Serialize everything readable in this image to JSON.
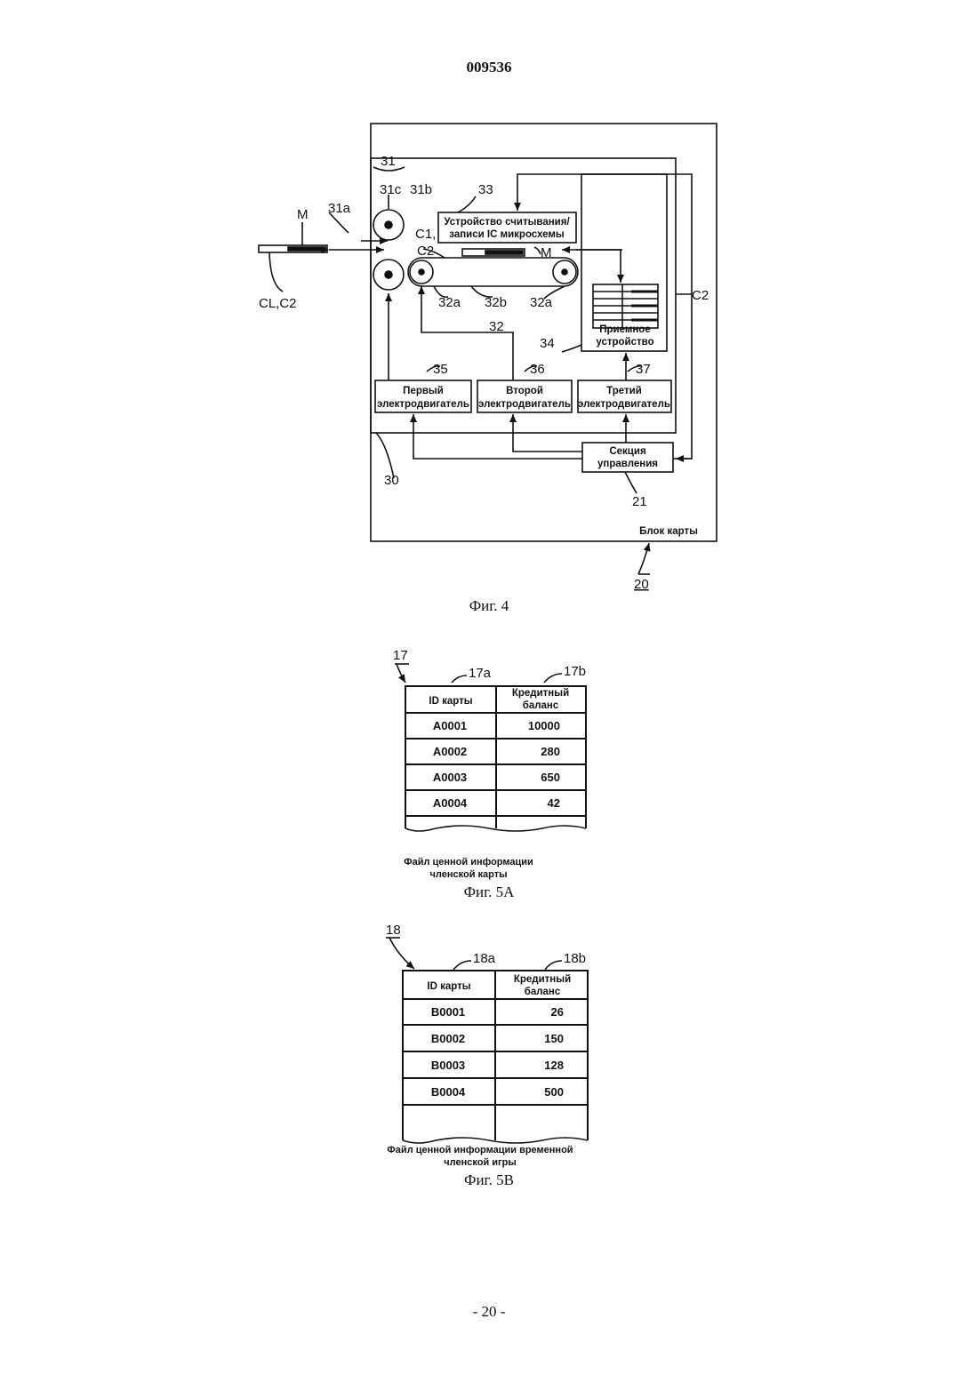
{
  "header": {
    "doc_number": "009536"
  },
  "footer": {
    "page_number": "- 20 -"
  },
  "fig4": {
    "caption": "Фиг. 4",
    "labels": {
      "l31": "31",
      "l31c": "31c",
      "l31b": "31b",
      "l31a": "31a",
      "l33": "33",
      "lM_left": "M",
      "lM_strip": "M",
      "lC1": "C1,",
      "lC2_left": "C2",
      "lC2_right": "C2",
      "l32a_left": "32a",
      "l32b": "32b",
      "l32a_right": "32a",
      "l32": "32",
      "l34": "34",
      "l35": "35",
      "l36": "36",
      "l37": "37",
      "l30": "30",
      "l21": "21",
      "l20": "20",
      "lCLC2": "CL,C2"
    },
    "boxes": {
      "reader_line1": "Устройство считывания/",
      "reader_line2": "записи IC микросхемы",
      "receiver_line1": "Приемное",
      "receiver_line2": "устройство",
      "motor1_line1": "Первый",
      "motor1_line2": "электродвигатель",
      "motor2_line1": "Второй",
      "motor2_line2": "электродвигатель",
      "motor3_line1": "Третий",
      "motor3_line2": "электродвигатель",
      "control_line1": "Секция",
      "control_line2": "управления",
      "unit_label": "Блок карты"
    }
  },
  "fig5a": {
    "caption": "Фиг. 5А",
    "ref": "17",
    "ref_a": "17a",
    "ref_b": "17b",
    "col1": "ID карты",
    "col2_line1": "Кредитный",
    "col2_line2": "баланс",
    "rows": [
      {
        "id": "A0001",
        "balance": "10000"
      },
      {
        "id": "A0002",
        "balance": "280"
      },
      {
        "id": "A0003",
        "balance": "650"
      },
      {
        "id": "A0004",
        "balance": "42"
      }
    ],
    "file_line1": "Файл ценной информации",
    "file_line2": "членской карты"
  },
  "fig5b": {
    "caption": "Фиг. 5В",
    "ref": "18",
    "ref_a": "18a",
    "ref_b": "18b",
    "col1": "ID карты",
    "col2_line1": "Кредитный",
    "col2_line2": "баланс",
    "rows": [
      {
        "id": "B0001",
        "balance": "26"
      },
      {
        "id": "B0002",
        "balance": "150"
      },
      {
        "id": "B0003",
        "balance": "128"
      },
      {
        "id": "B0004",
        "balance": "500"
      }
    ],
    "file_line1": "Файл ценной информации временной",
    "file_line2": "членской игры"
  }
}
